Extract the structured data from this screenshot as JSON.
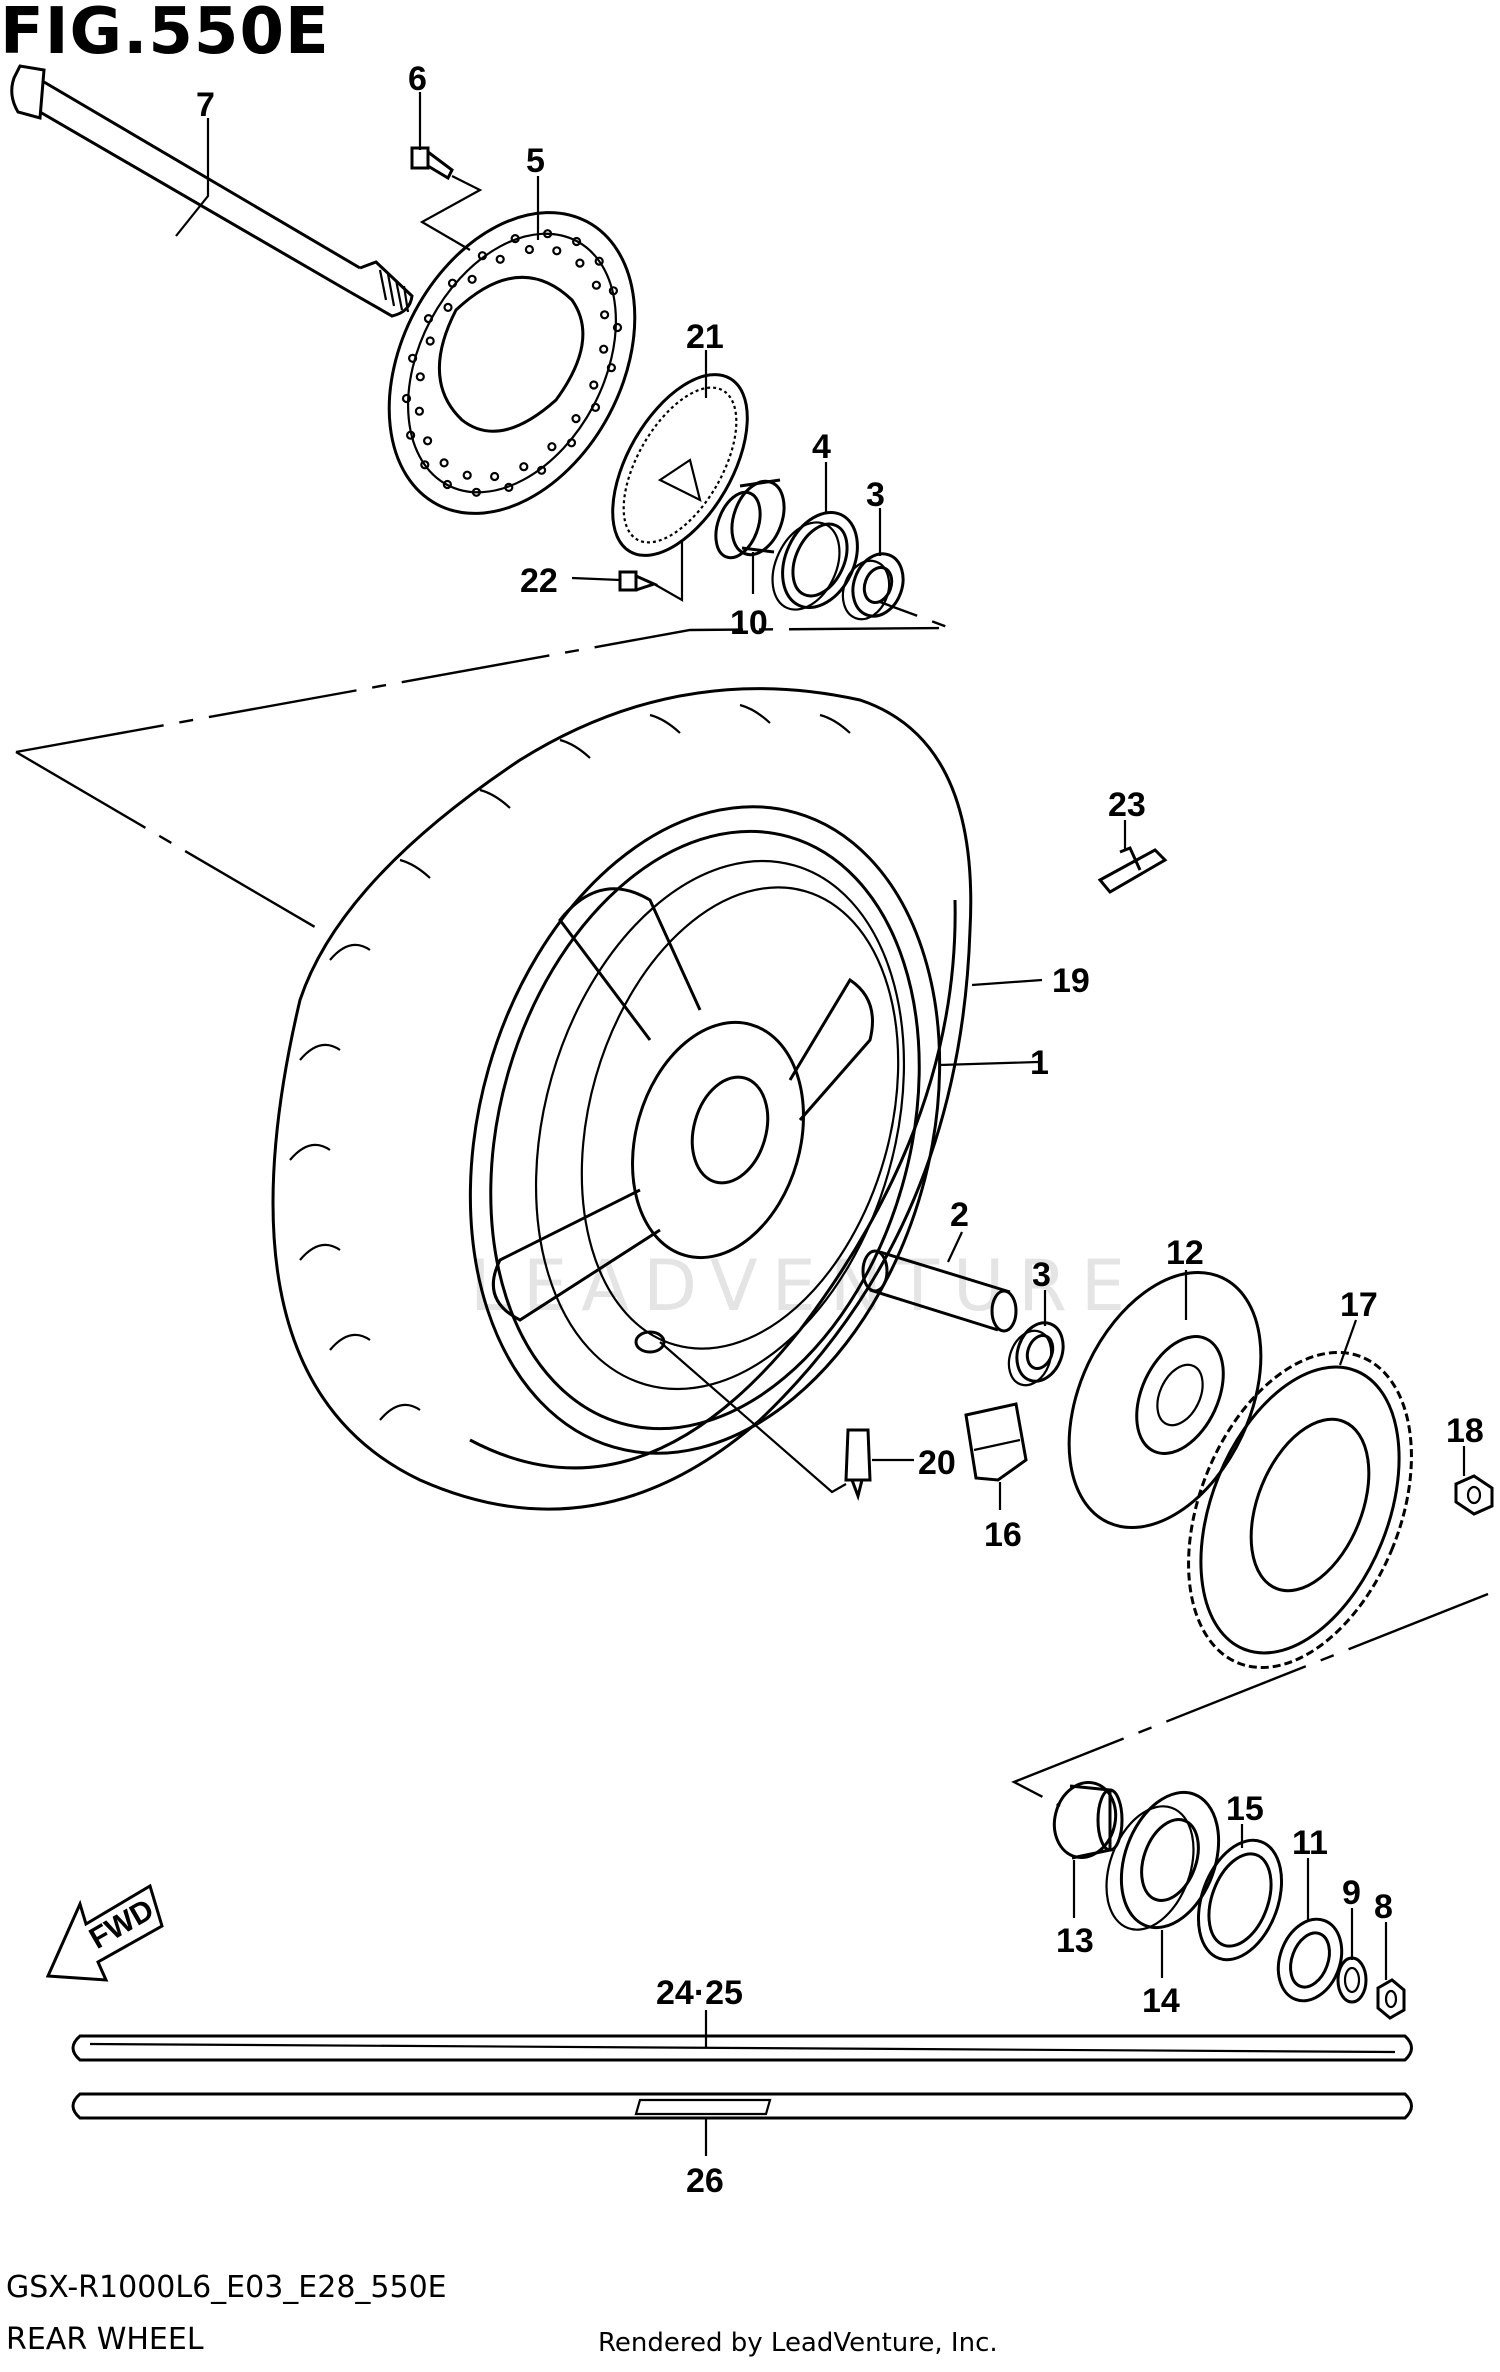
{
  "figure": {
    "title": "FIG.550E",
    "code": "GSX-R1000L6_E03_E28_550E",
    "subtitle": "REAR WHEEL",
    "credit": "Rendered by LeadVenture, Inc.",
    "watermark": "LEADVENTURE",
    "fwd_label": "FWD"
  },
  "callouts": [
    {
      "id": "c1",
      "label": "1",
      "part": "wheel"
    },
    {
      "id": "c2",
      "label": "2",
      "part": "spacer"
    },
    {
      "id": "c3a",
      "label": "3",
      "part": "bearing-left"
    },
    {
      "id": "c3b",
      "label": "3",
      "part": "bearing-right"
    },
    {
      "id": "c4",
      "label": "4",
      "part": "oil-seal"
    },
    {
      "id": "c5",
      "label": "5",
      "part": "brake-disc"
    },
    {
      "id": "c6",
      "label": "6",
      "part": "disc-bolt"
    },
    {
      "id": "c7",
      "label": "7",
      "part": "axle"
    },
    {
      "id": "c8",
      "label": "8",
      "part": "axle-nut"
    },
    {
      "id": "c9",
      "label": "9",
      "part": "washer"
    },
    {
      "id": "c10",
      "label": "10",
      "part": "collar"
    },
    {
      "id": "c11",
      "label": "11",
      "part": "spacer"
    },
    {
      "id": "c12",
      "label": "12",
      "part": "sprocket-drum"
    },
    {
      "id": "c13",
      "label": "13",
      "part": "collar"
    },
    {
      "id": "c14",
      "label": "14",
      "part": "bearing"
    },
    {
      "id": "c15",
      "label": "15",
      "part": "oil-seal"
    },
    {
      "id": "c16",
      "label": "16",
      "part": "damper"
    },
    {
      "id": "c17",
      "label": "17",
      "part": "sprocket"
    },
    {
      "id": "c18",
      "label": "18",
      "part": "sprocket-nut"
    },
    {
      "id": "c19",
      "label": "19",
      "part": "tire"
    },
    {
      "id": "c20",
      "label": "20",
      "part": "valve"
    },
    {
      "id": "c21",
      "label": "21",
      "part": "sensor-ring"
    },
    {
      "id": "c22",
      "label": "22",
      "part": "screw"
    },
    {
      "id": "c23",
      "label": "23",
      "part": "balancer"
    },
    {
      "id": "c24",
      "label": "24·25",
      "part": "tape"
    },
    {
      "id": "c26",
      "label": "26",
      "part": "tape"
    }
  ]
}
